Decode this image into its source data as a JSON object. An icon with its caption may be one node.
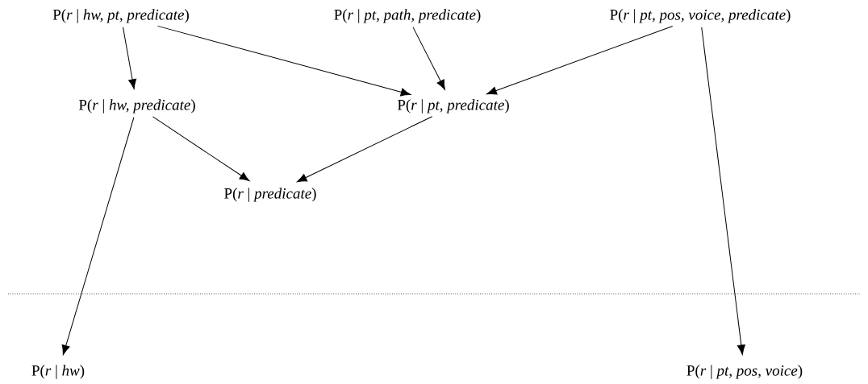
{
  "diagram": {
    "nodes": [
      {
        "text": [
          "P(*r* | *hw, pt, predicate*)"
        ]
      },
      {
        "text": [
          "P(*r* | *pt, path, predicate*)"
        ]
      },
      {
        "text": [
          "P(*r* | *pt, pos, voice, predicate*)"
        ]
      },
      {
        "text": [
          "P(*r* | *hw, predicate*)"
        ]
      },
      {
        "text": [
          "P(*r* | *pt, predicate*)"
        ]
      },
      {
        "text": [
          "P(*r* | *predicate*)"
        ]
      },
      {
        "text": [
          "P(*r* | *hw*)"
        ]
      },
      {
        "text": [
          "P(*r* | *pt, pos, voice*)"
        ]
      }
    ],
    "edges": [
      {
        "from": 0,
        "to": 3,
        "arrow": "to"
      },
      {
        "from": 0,
        "to": 4,
        "arrow": "to"
      },
      {
        "from": 1,
        "to": 4,
        "arrow": "to"
      },
      {
        "from": 2,
        "to": 4,
        "arrow": "to"
      },
      {
        "from": 2,
        "to": 7,
        "arrow": "to"
      },
      {
        "from": 3,
        "to": 5,
        "arrow": "to"
      },
      {
        "from": 4,
        "to": 5,
        "arrow": "to"
      },
      {
        "from": 3,
        "to": 6,
        "arrow": "to"
      }
    ]
  }
}
